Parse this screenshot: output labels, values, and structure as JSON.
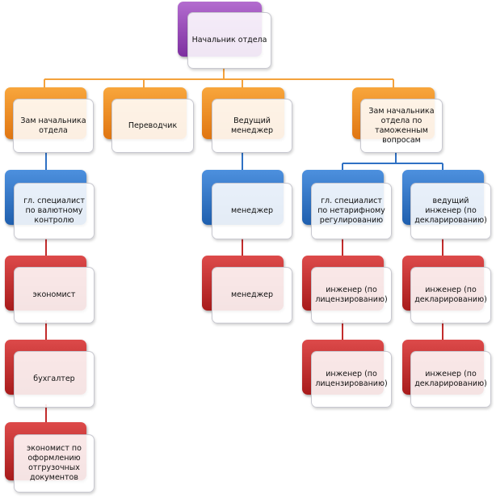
{
  "colors": {
    "purple": "#8e3cb3",
    "orange": "#f08a1e",
    "blue": "#2f71c4",
    "red": "#c32c2c",
    "line_orange": "#f4a23c",
    "line_blue": "#2f71c4",
    "line_red": "#c32c2c"
  },
  "org": {
    "head": "Начальник отдела",
    "deputy": "Зам начальника отдела",
    "translator": "Переводчик",
    "lead_manager": "Ведущий менеджер",
    "deputy_customs": "Зам начальника отдела по таможенным вопросам",
    "fx_specialist": "гл. специалист по валютному контролю",
    "economist": "экономист",
    "accountant": "бухгалтер",
    "economist_docs": "экономист по оформлению отгрузочных документов",
    "manager_1": "менеджер",
    "manager_2": "менеджер",
    "nontariff_specialist": "гл. специалист по нетарифному регулированию",
    "lead_engineer_decl": "ведущий инженер (по декларированию)",
    "engineer_lic_1": "инженер (по лицензированию)",
    "engineer_lic_2": "инженер (по лицензированию)",
    "engineer_decl_1": "инженер (по декларированию)",
    "engineer_decl_2": "инженер (по декларированию)"
  }
}
